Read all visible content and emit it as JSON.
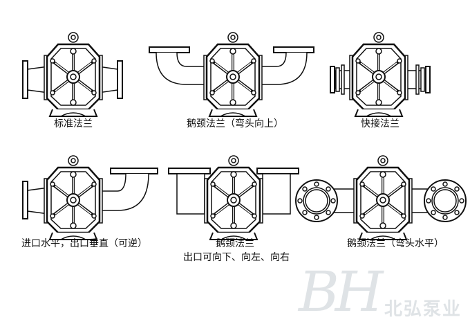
{
  "labels": {
    "standard": "标准法兰",
    "gooseneck_up": "鹅颈法兰（弯头向上）",
    "quick": "快接法兰",
    "inlet_horizontal": "进口水平，出口垂直（可逆）",
    "gooseneck_multi_1": "鹅颈法兰",
    "gooseneck_multi_2": "出口可向下、向左、向右",
    "gooseneck_horizontal": "鹅颈法兰（弯头水平）"
  },
  "watermark": {
    "logo": "BH",
    "brand": "北弘泵业"
  }
}
